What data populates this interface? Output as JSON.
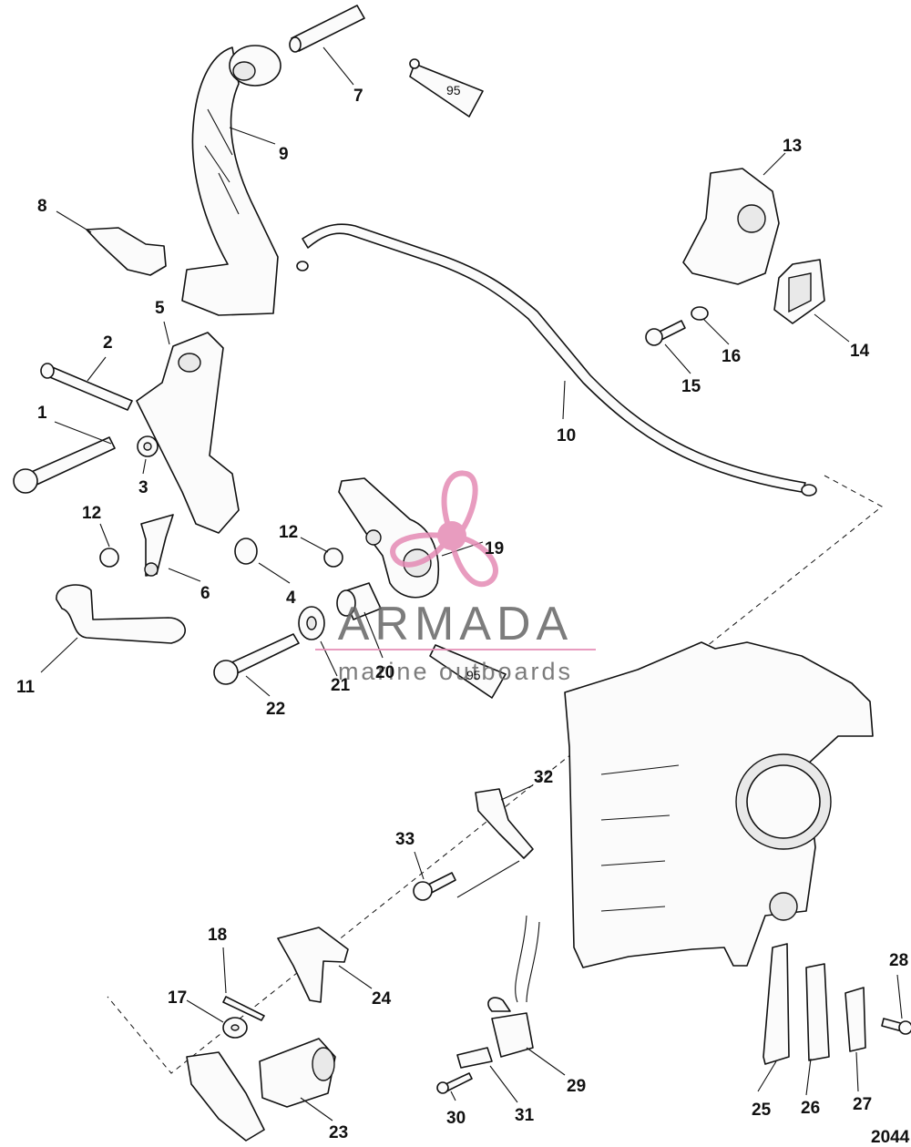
{
  "callouts": [
    "1",
    "2",
    "3",
    "4",
    "5",
    "6",
    "7",
    "8",
    "9",
    "10",
    "11",
    "12",
    "12",
    "13",
    "14",
    "15",
    "16",
    "17",
    "18",
    "19",
    "20",
    "21",
    "22",
    "23",
    "24",
    "25",
    "26",
    "27",
    "28",
    "29",
    "30",
    "31",
    "32",
    "33"
  ],
  "tube_labels": [
    "95",
    "95"
  ],
  "figure_number": "2044",
  "watermark": {
    "brand": "ARMADA",
    "tagline": "marine outboards",
    "logo_color": "#e58bb5"
  }
}
